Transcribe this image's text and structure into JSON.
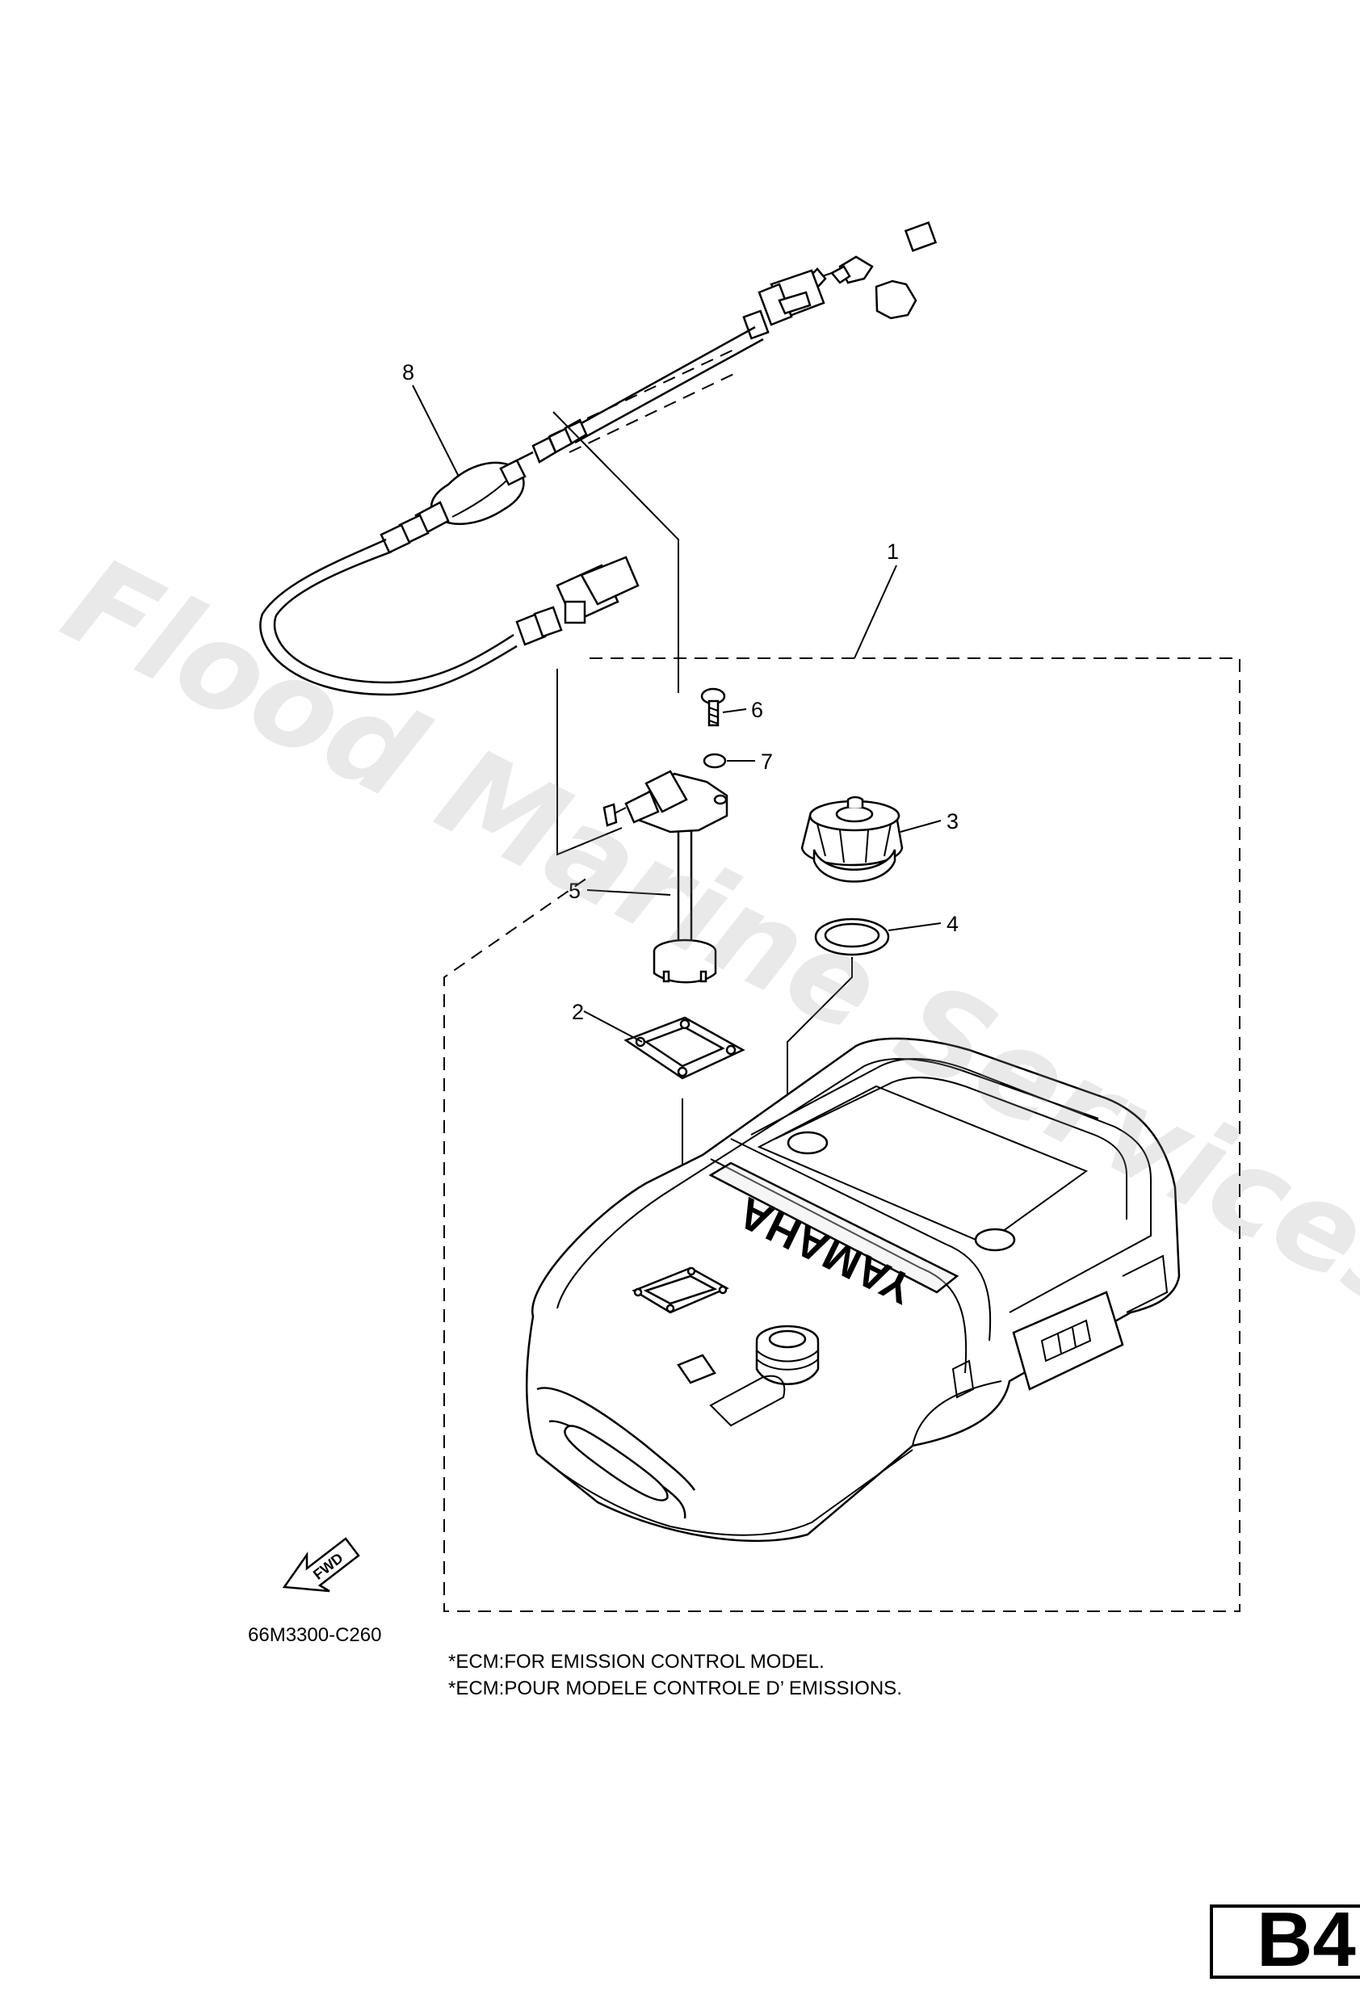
{
  "watermark": "Flood Marine Services",
  "callouts": [
    {
      "id": "1",
      "text": "1"
    },
    {
      "id": "2",
      "text": "2"
    },
    {
      "id": "3",
      "text": "3"
    },
    {
      "id": "4",
      "text": "4"
    },
    {
      "id": "5",
      "text": "5"
    },
    {
      "id": "6",
      "text": "6"
    },
    {
      "id": "7",
      "text": "7"
    },
    {
      "id": "8",
      "text": "8"
    }
  ],
  "tank_brand": "YAMAHA",
  "fwd_label": "FWD",
  "diagram_code": "66M3300-C260",
  "notes": [
    "*ECM:FOR EMISSION CONTROL MODEL.",
    "*ECM:POUR MODELE CONTROLE D’ EMISSIONS."
  ],
  "page_badge": "B4"
}
